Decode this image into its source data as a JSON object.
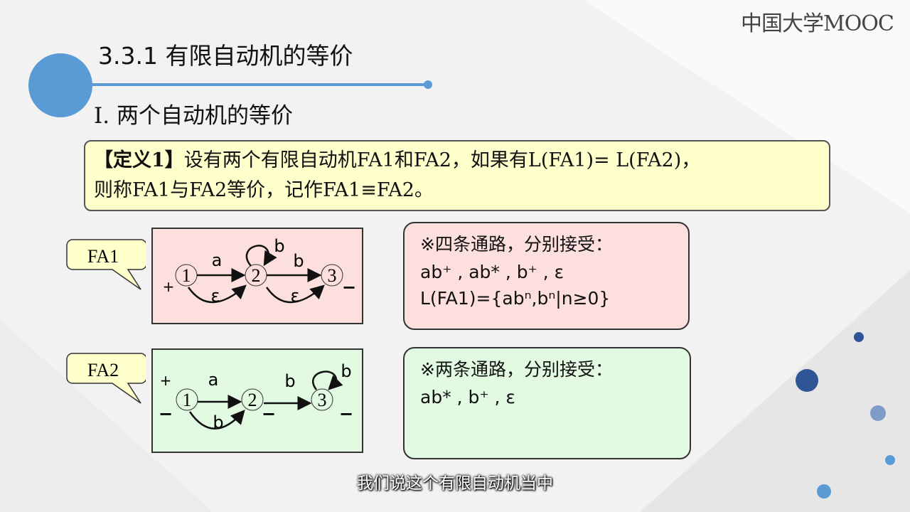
{
  "logo": {
    "text": "中国大学MOOC"
  },
  "header": {
    "title": "3.3.1 有限自动机的等价",
    "subtitle": "Ⅰ. 两个自动机的等价"
  },
  "definition": {
    "prefix": "【定义1】",
    "line1": "设有两个有限自动机FA1和FA2，如果有L(FA1)= L(FA2)，",
    "line2": "则称FA1与FA2等价，记作FA1≡FA2。"
  },
  "fa1": {
    "label": "FA1",
    "states": [
      "1",
      "2",
      "3"
    ],
    "edges": {
      "a": "a",
      "loop_b": "b",
      "b": "b",
      "eps1": "ε",
      "eps2": "ε"
    },
    "start": "+",
    "final": "−",
    "bg": "#fde0de",
    "note": {
      "title": "※四条通路，分别接受：",
      "paths": "ab⁺ , ab* , b⁺ , ε",
      "language": "L(FA1)={abⁿ,bⁿ|n≥0}"
    }
  },
  "fa2": {
    "label": "FA2",
    "states": [
      "1",
      "2",
      "3"
    ],
    "edges": {
      "a": "a",
      "b12": "b",
      "b23": "b",
      "loop_b": "b"
    },
    "start": "+",
    "final": "−",
    "bg": "#e2f9e2",
    "note": {
      "title": "※两条通路，分别接受：",
      "paths": "ab* , b⁺ , ε"
    }
  },
  "subtitle_caption": "我们说这个有限自动机当中",
  "colors": {
    "accent": "#5b9bd5",
    "dots": "#2f5597"
  }
}
